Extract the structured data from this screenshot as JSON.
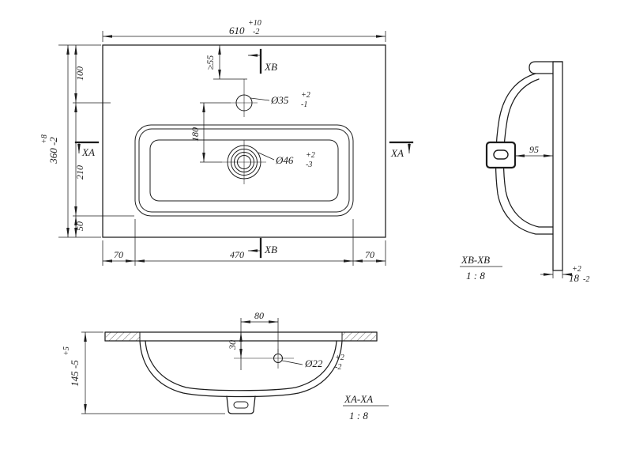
{
  "colors": {
    "ink": "#1c1c1c",
    "background": "#ffffff"
  },
  "top_view": {
    "dim_width_plus": "+10",
    "dim_width_main": "610",
    "dim_width_minus": "-2",
    "dim_height_plus": "+8",
    "dim_height_main": "360 -2",
    "dim_seg_100": "100",
    "dim_seg_210": "210",
    "dim_seg_50": "50",
    "dim_180": "180",
    "dim_min55": "≥55",
    "faucet_dia": "Ø35",
    "faucet_tol_plus": "+2",
    "faucet_tol_minus": "-1",
    "drain_dia": "Ø46",
    "drain_tol_plus": "+2",
    "drain_tol_minus": "-3",
    "dim_70_left": "70",
    "dim_470": "470",
    "dim_70_right": "70",
    "section_xb": "XB",
    "section_xa": "XA"
  },
  "side_view": {
    "dim_95": "95",
    "dim_18_main": "18",
    "dim_18_plus": "+2",
    "dim_18_minus": "-2",
    "label": "XB-XB",
    "scale": "1 : 8"
  },
  "front_section": {
    "dim_80": "80",
    "dim_30": "30",
    "overflow_dia": "Ø22",
    "overflow_tol_plus": "+2",
    "overflow_tol_minus": "-2",
    "dim_depth_plus": "+5",
    "dim_depth_main": "145 -5",
    "label": "XA-XA",
    "scale": "1 : 8"
  }
}
